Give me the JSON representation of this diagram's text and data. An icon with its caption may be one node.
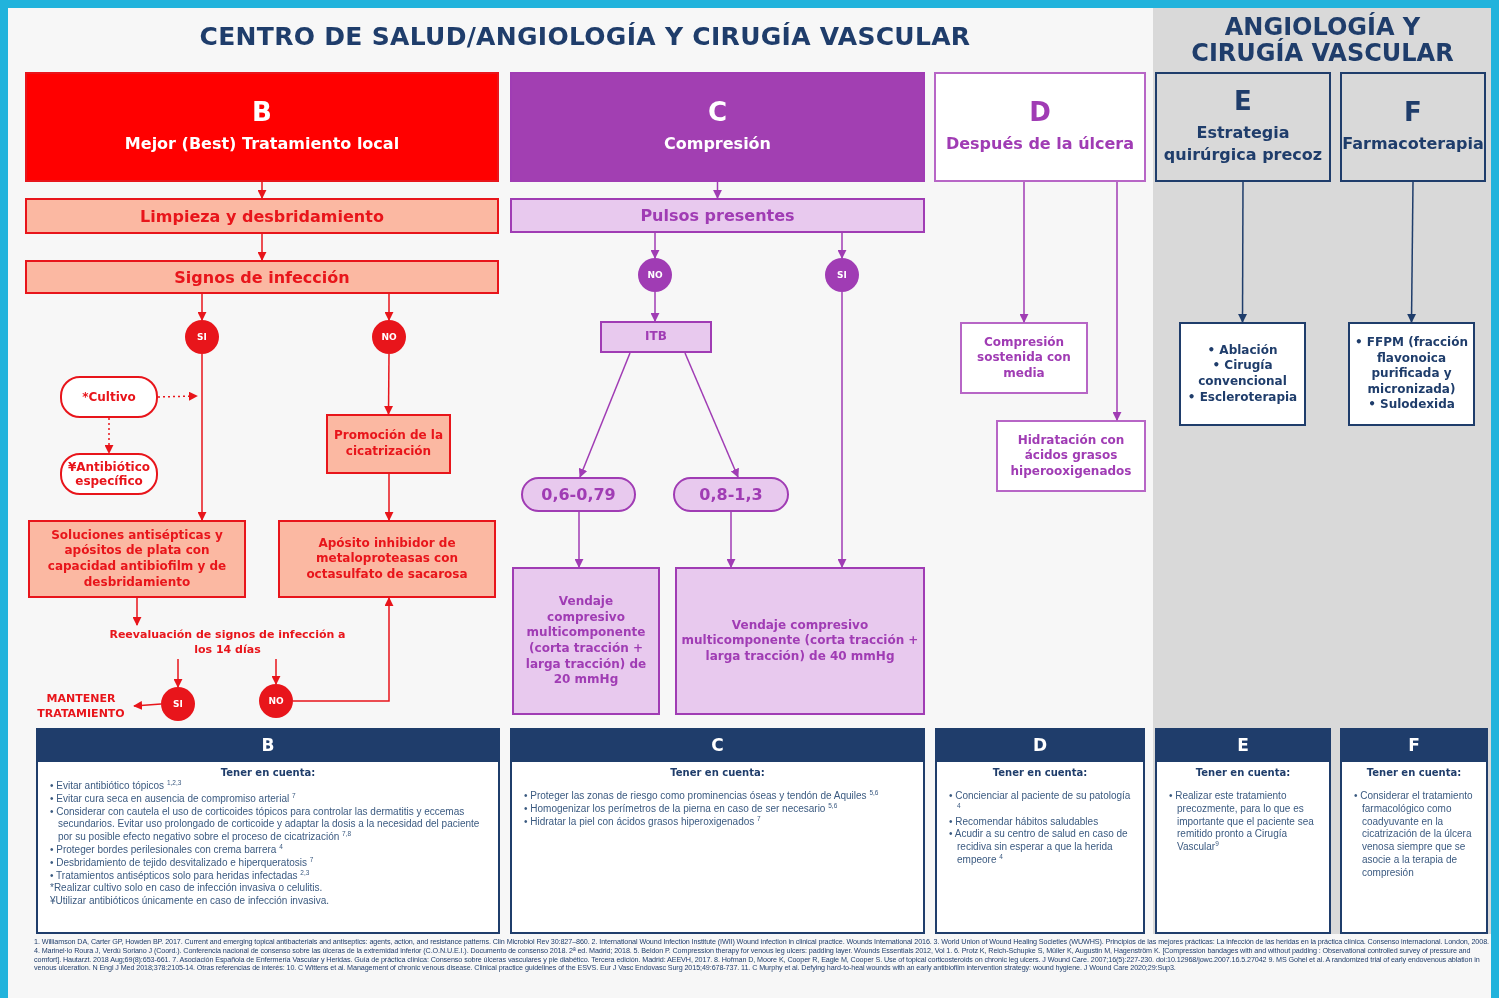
{
  "diagram": {
    "title": "CENTRO DE SALUD/ANGIOLOGÍA Y CIRUGÍA VASCULAR",
    "nodes": [
      {
        "text": [
          "B",
          "Mejor (Best) Tratamiento local"
        ]
      },
      {
        "text": [
          "Limpieza y desbridamiento"
        ]
      },
      {
        "text": [
          "Signos de infección"
        ]
      },
      {
        "text": [
          "SI"
        ]
      },
      {
        "text": [
          "NO"
        ]
      },
      {
        "text": [
          "*Cultivo"
        ]
      },
      {
        "text": [
          "¥Antibiótico específico"
        ]
      },
      {
        "text": [
          "Promoción de la cicatrización"
        ]
      },
      {
        "text": [
          "Soluciones antisépticas y apósitos de plata con capacidad antibiofilm y de desbridamiento"
        ]
      },
      {
        "text": [
          "Apósito inhibidor de metaloproteasas con octasulfato de sacarosa"
        ]
      },
      {
        "text": [
          "Reevaluación de signos de infección a los 14 días"
        ]
      },
      {
        "text": [
          "SI"
        ]
      },
      {
        "text": [
          "NO"
        ]
      },
      {
        "text": [
          "MANTENER TRATAMIENTO"
        ]
      },
      {
        "text": [
          "C",
          "Compresión"
        ]
      },
      {
        "text": [
          "Pulsos presentes"
        ]
      },
      {
        "text": [
          "NO"
        ]
      },
      {
        "text": [
          "SI"
        ]
      },
      {
        "text": [
          "ITB"
        ]
      },
      {
        "text": [
          "0,6-0,79"
        ]
      },
      {
        "text": [
          "0,8-1,3"
        ]
      },
      {
        "text": [
          "Vendaje compresivo multicomponente (corta tracción + larga tracción) de 20 mmHg"
        ]
      },
      {
        "text": [
          "Vendaje compresivo multicomponente (corta tracción + larga tracción) de 40 mmHg"
        ]
      },
      {
        "text": [
          "D",
          "Después de la úlcera"
        ]
      },
      {
        "text": [
          "Compresión sostenida con media"
        ]
      },
      {
        "text": [
          "Hidratación con ácidos grasos hiperooxigenados"
        ]
      },
      {
        "text": [
          "ANGIOLOGÍA Y CIRUGÍA VASCULAR"
        ]
      },
      {
        "text": [
          "E",
          "Estrategia quirúrgica precoz"
        ],
        "in": 26
      },
      {
        "text": [
          "• Ablación",
          "• Cirugía convencional",
          "• Escleroterapia"
        ],
        "in": 26
      },
      {
        "text": [
          "F",
          "Farmacoterapia"
        ],
        "in": 26
      },
      {
        "text": [
          "• FFPM (fracción flavonoica purificada y micronizada)",
          "• Sulodexida"
        ],
        "in": 26
      },
      {
        "text": [
          "B",
          "Tener en cuenta:",
          "• Evitar antibiótico tópicos $^{1,2,3}$",
          "• Evitar cura seca en ausencia de compromiso arterial $^{7}$",
          "• Considerar con cautela el uso de corticoides tópicos para controlar las dermatitis y eccemas secundarios. Evitar uso prolongado de corticoide y adaptar la dosis a la necesidad del paciente por su posible efecto negativo sobre el proceso de cicatrización $^{7,8}$",
          "• Proteger bordes perilesionales con crema barrera $^{4}$",
          "• Desbridamiento de tejido desvitalizado e hiperqueratosis $^{7}$",
          "• Tratamientos antisépticos solo para heridas infectadas $^{2,3}$",
          "*Realizar cultivo solo en caso de infección invasiva o celulitis.",
          "¥Utilizar antibióticos únicamente en caso de infección invasiva."
        ]
      },
      {
        "text": [
          "C",
          "Tener en cuenta:",
          "• Proteger las zonas de riesgo como prominencias óseas y tendón de Aquiles $^{5,6}$",
          "• Homogenizar los perímetros de la pierna en caso de ser necesario $^{5,6}$",
          "• Hidratar la piel con ácidos grasos hiperoxigenados $^{7}$"
        ]
      },
      {
        "text": [
          "D",
          "Tener en cuenta:",
          "• Concienciar al paciente de su patología $^{4}$",
          "• Recomendar hábitos saludables",
          "• Acudir a su centro de salud en caso de recidiva sin esperar a que la herida empeore $^{4}$"
        ]
      },
      {
        "text": [
          "E",
          "Tener en cuenta:",
          "• Realizar este tratamiento precozmente, para lo que es importante que el paciente sea remitido pronto a Cirugía Vascular$^{9}$"
        ],
        "in": 26
      },
      {
        "text": [
          "F",
          "Tener en cuenta:",
          "• Considerar el tratamiento farmacológico como coadyuvante en la cicatrización de la úlcera venosa siempre que se asocie a la terapia de compresión"
        ],
        "in": 26
      }
    ],
    "edges": [
      {
        "from": 0,
        "to": 1,
        "arrow": "to"
      },
      {
        "from": 1,
        "to": 2,
        "arrow": "to"
      },
      {
        "from": 2,
        "to": 3,
        "arrow": "to"
      },
      {
        "from": 2,
        "to": 4,
        "arrow": "to"
      },
      {
        "from": 5,
        "to": null,
        "arrow": "to",
        "style": "dashed"
      },
      {
        "from": 5,
        "to": 6,
        "arrow": "to",
        "style": "dashed"
      },
      {
        "from": 3,
        "to": 8,
        "arrow": "to"
      },
      {
        "from": 4,
        "to": 7,
        "arrow": "to"
      },
      {
        "from": 7,
        "to": 9,
        "arrow": "to"
      },
      {
        "from": 8,
        "to": 10,
        "arrow": "to"
      },
      {
        "from": 10,
        "to": 11,
        "arrow": "to"
      },
      {
        "from": 10,
        "to": 12,
        "arrow": "to"
      },
      {
        "from": 11,
        "to": 13,
        "arrow": "to"
      },
      {
        "from": 12,
        "to": 9,
        "arrow": "to"
      },
      {
        "from": 14,
        "to": 15,
        "arrow": "to",
        "color": "#a03cb4"
      },
      {
        "from": 15,
        "to": 16,
        "arrow": "to",
        "color": "#a03cb4"
      },
      {
        "from": 15,
        "to": 17,
        "arrow": "to",
        "color": "#a03cb4"
      },
      {
        "from": 16,
        "to": 18,
        "arrow": "to",
        "color": "#a03cb4"
      },
      {
        "from": 18,
        "to": 19,
        "arrow": "to",
        "color": "#a03cb4"
      },
      {
        "from": 18,
        "to": 20,
        "arrow": "to",
        "color": "#a03cb4"
      },
      {
        "from": 19,
        "to": 21,
        "arrow": "to",
        "color": "#a03cb4"
      },
      {
        "from": 20,
        "to": 22,
        "arrow": "to",
        "color": "#a03cb4"
      },
      {
        "from": 17,
        "to": 22,
        "arrow": "to",
        "color": "#a03cb4"
      },
      {
        "from": 23,
        "to": 24,
        "arrow": "to",
        "color": "#a03cb4"
      },
      {
        "from": 23,
        "to": 25,
        "arrow": "to",
        "color": "#a03cb4"
      },
      {
        "from": 27,
        "to": 28,
        "arrow": "to",
        "color": "#1f3d6b"
      },
      {
        "from": 29,
        "to": 30,
        "arrow": "to",
        "color": "#1f3d6b"
      }
    ],
    "labels": [
      "1. Williamson DA, Carter GP, Howden BP. 2017. Current and emerging topical antibacterials and antiseptics: agents, action, and resistance patterns. Clin Microbiol Rev 30:827–860. 2. International Wound Infection Institute (IWII) Wound infection in clinical practice. Wounds International 2016. 3. World Union of Wound Healing Societies (WUWHS). Principios de las mejores prácticas: La infección de las heridas en la práctica clínica. Consenso internacional. London, 2008. 4. Marinel·lo Roura J, Verdú Soriano J (Coord.). Conferencia nacional de consenso sobre las úlceras de la extremidad inferior (C.O.N.U.E.I.). Documento de consenso 2018. 2ª ed. Madrid; 2018. 5. Beldon P. Compression therapy for venous leg ulcers: padding layer. Wounds Essentials 2012, Vol 1. 6. Protz K, Reich-Schupke S, Müller K, Augustin M, Hagenström K. [Compression bandages with and without padding : Observational controlled survey of pressure and comfort]. Hautarzt. 2018 Aug;69(8):653-661. 7. Asociación Española de Enfermería Vascular y Heridas. Guía de práctica clínica: Consenso sobre úlceras vasculares y pie diabético. Tercera edición. Madrid: AEEVH, 2017. 8. Hofman D, Moore K, Cooper R, Eagle M, Cooper S. Use of topical corticosteroids on chronic leg ulcers. J Wound Care. 2007;16(5):227-230. doi:10.12968/jowc.2007.16.5.27042 9. MS Gohel et al. A randomized trial of early endovenous ablation in venous ulceration. N Engl J Med 2018;378:2105-14. Otras referencias de interés: 10. C Wittens et al. Management of chronic venous disease. Clinical practice guidelines of the ESVS. Eur J Vasc Endovasc Surg 2015;49:678-737. 11. C Murphy et al. Defying hard-to-heal wounds with an early antibiofilm intervention strategy: wound hygiene. J Wound Care 2020;29:Sup3."
    ]
  }
}
